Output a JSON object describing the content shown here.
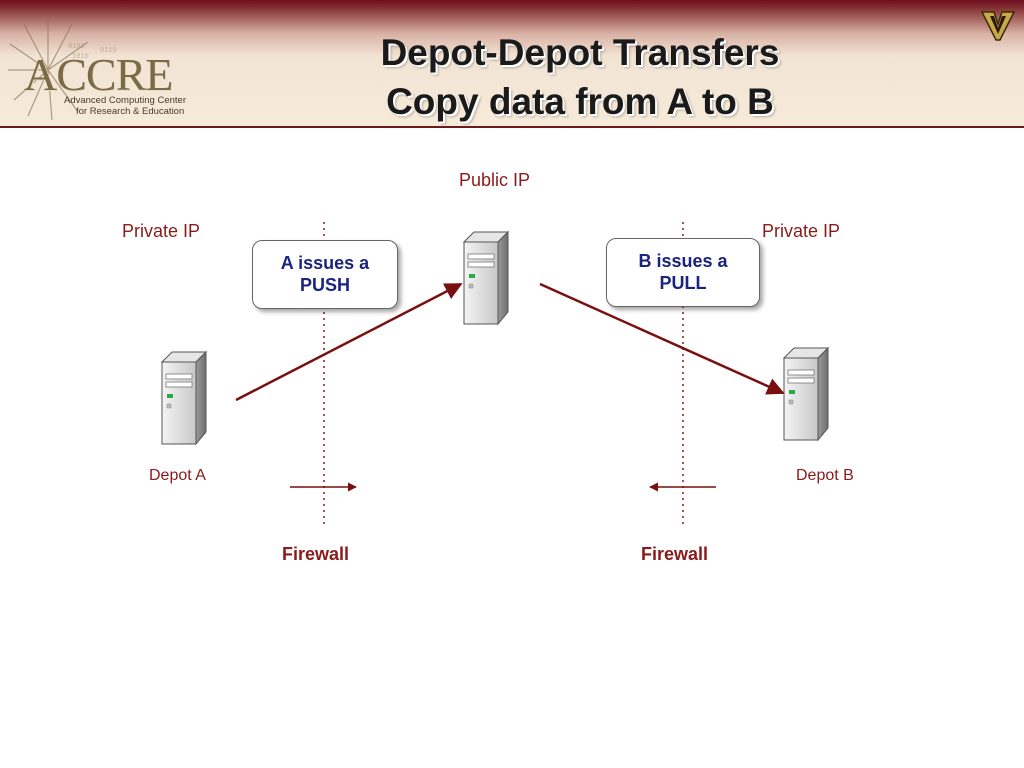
{
  "header": {
    "logo_main": "ACCRE",
    "logo_line1": "Advanced Computing Center",
    "logo_line2": "for Research & Education",
    "title_line1": "Depot-Depot Transfers",
    "title_line2": "Copy data from A to B",
    "emblem_icon": "vanderbilt-v-icon"
  },
  "diagram": {
    "public_ip_label": "Public IP",
    "private_ip_left_label": "Private IP",
    "private_ip_right_label": "Private IP",
    "push_callout": {
      "line1": "A issues a",
      "line2": "PUSH"
    },
    "pull_callout": {
      "line1": "B issues a",
      "line2": "PULL"
    },
    "depot_a_label": "Depot A",
    "depot_b_label": "Depot B",
    "firewall_left_label": "Firewall",
    "firewall_right_label": "Firewall",
    "colors": {
      "accent": "#8b1a1a",
      "arrow": "#7a0f0f",
      "callout_text": "#1a237e"
    }
  }
}
